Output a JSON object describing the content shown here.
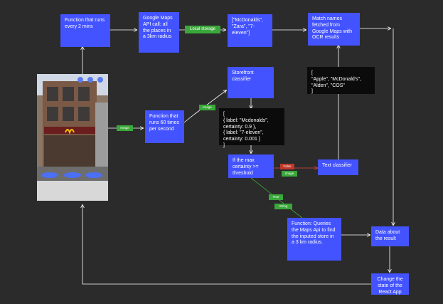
{
  "nodes": {
    "func_2min": "Function that runs every 2 mins",
    "maps_api": "Google Maps API call: all the places in a 3km radius",
    "local_list": "[\"McDonalds\", \"Zara\", \"7-eleven\"]",
    "match_names": "Match names fetched from Google Maps with OCR results",
    "storefront": "Storefront classifier",
    "func_60": "Function that runs 60 times per second",
    "ocr_list": "[\n\"Apple\", \"McDonald's\", \"Alden\", \"COS\"\n]",
    "predictions": "[\n{ label: \"Mcdonalds\", certainty: 0.9 },\n{ label: \"7-eleven\", certainty: 0.001 }\n]",
    "max_cert": "If the max certainty >= threshold",
    "text_classifier": "Text classifier",
    "func_query": "Function: Queries the Maps Api to find the inputed store in a 3 km radius.",
    "data_result": "Data about the result",
    "change_state": "Change the state of the React App"
  },
  "labels": {
    "local_storage": "Local storage",
    "image1": "Image",
    "image2": "Image",
    "image3": "Image",
    "false": "False",
    "true": "True",
    "string": "String"
  },
  "colors": {
    "background": "#2b2b2b",
    "node_blue": "#4353ff",
    "node_black": "#0b0b0b",
    "label_green": "#3aa83a",
    "label_red": "#c0392b",
    "arrow": "#ffffff"
  }
}
